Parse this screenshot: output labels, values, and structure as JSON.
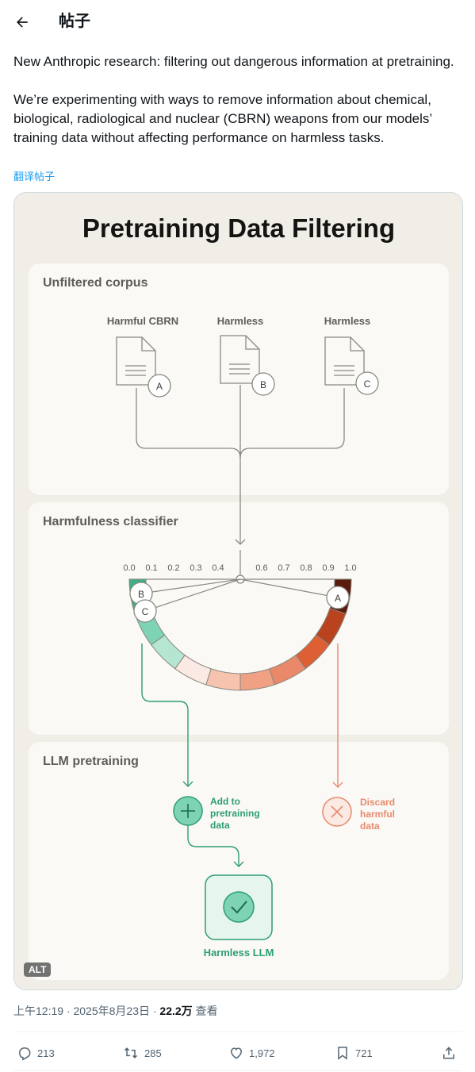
{
  "header": {
    "title": "帖子"
  },
  "tweet": {
    "paragraph1": "New Anthropic research: filtering out dangerous information at pretraining.",
    "paragraph2": "We’re experimenting with ways to remove information about chemical, biological, radiological and nuclear (CBRN) weapons from our models’ training data without affecting performance on harmless tasks.",
    "translate_label": "翻译帖子"
  },
  "infographic": {
    "title": "Pretraining Data Filtering",
    "section1_title": "Unfiltered corpus",
    "doc_a_label": "Harmful CBRN",
    "doc_b_label": "Harmless",
    "doc_c_label": "Harmless",
    "marker_a": "A",
    "marker_b": "B",
    "marker_c": "C",
    "section2_title": "Harmfulness classifier",
    "scale_ticks": [
      "0.0",
      "0.1",
      "0.2",
      "0.3",
      "0.4",
      "0.6",
      "0.7",
      "0.8",
      "0.9",
      "1.0"
    ],
    "section3_title": "LLM pretraining",
    "add_label_line1": "Add to",
    "add_label_line2": "pretraining",
    "add_label_line3": "data",
    "discard_label_line1": "Discard",
    "discard_label_line2": "harmful",
    "discard_label_line3": "data",
    "result_label": "Harmless LLM",
    "alt_badge": "ALT",
    "colors": {
      "green": "#2e9e72",
      "coral": "#e8896d",
      "dark_red": "#5a1a0c"
    }
  },
  "meta": {
    "time": "上午12:19 · 2025年8月23日 · ",
    "views_count": "22.2万",
    "views_label": " 查看"
  },
  "actions": {
    "replies": "213",
    "reposts": "285",
    "likes": "1,972",
    "bookmarks": "721"
  }
}
